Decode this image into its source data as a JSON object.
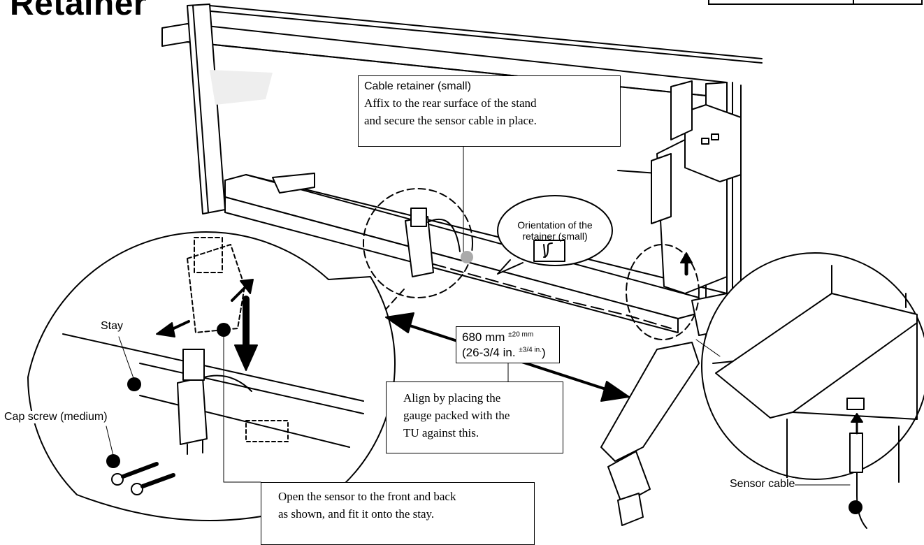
{
  "title": "Retainer",
  "callouts": {
    "cable_retainer_heading": "Cable retainer (small)",
    "cable_retainer_line1": "Affix to the rear surface of the stand",
    "cable_retainer_line2": "and secure the sensor cable in place.",
    "orientation_line1": "Orientation of the",
    "orientation_line2": "retainer (small)",
    "dimension_mm": "680 mm",
    "dimension_mm_tol": "±20 mm",
    "dimension_in": "(26-3/4 in.",
    "dimension_in_tol": "±3/4 in.",
    "dimension_in_close": ")",
    "align_line1": "Align by placing the",
    "align_line2": "gauge packed with the",
    "align_line3": "TU against this.",
    "open_line1": "Open the sensor to the front and back",
    "open_line2": "as shown, and fit it onto the stay.",
    "stay": "Stay",
    "cap_screw": "Cap screw (medium)",
    "sensor_cable": "Sensor cable"
  }
}
